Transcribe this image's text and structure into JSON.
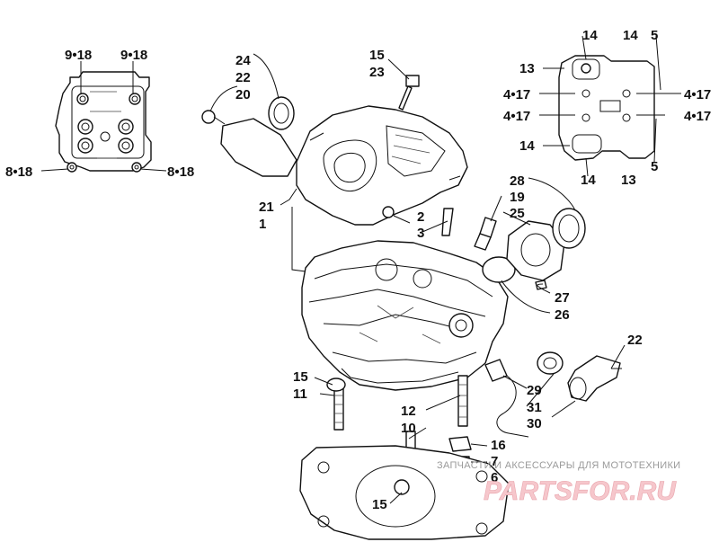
{
  "callouts": [
    {
      "id": "c-9-18-left",
      "text": "9•18"
    },
    {
      "id": "c-9-18-right",
      "text": "9•18"
    },
    {
      "id": "c-8-18-left",
      "text": "8•18"
    },
    {
      "id": "c-8-18-right",
      "text": "8•18"
    },
    {
      "id": "c-24",
      "text": "24"
    },
    {
      "id": "c-22a",
      "text": "22"
    },
    {
      "id": "c-20",
      "text": "20"
    },
    {
      "id": "c-15a",
      "text": "15"
    },
    {
      "id": "c-23",
      "text": "23"
    },
    {
      "id": "c-21",
      "text": "21"
    },
    {
      "id": "c-1",
      "text": "1"
    },
    {
      "id": "c-2",
      "text": "2"
    },
    {
      "id": "c-3",
      "text": "3"
    },
    {
      "id": "c-28",
      "text": "28"
    },
    {
      "id": "c-19",
      "text": "19"
    },
    {
      "id": "c-25",
      "text": "25"
    },
    {
      "id": "c-27",
      "text": "27"
    },
    {
      "id": "c-26",
      "text": "26"
    },
    {
      "id": "c-22b",
      "text": "22"
    },
    {
      "id": "c-29",
      "text": "29"
    },
    {
      "id": "c-31",
      "text": "31"
    },
    {
      "id": "c-30",
      "text": "30"
    },
    {
      "id": "c-15b",
      "text": "15"
    },
    {
      "id": "c-11",
      "text": "11"
    },
    {
      "id": "c-12",
      "text": "12"
    },
    {
      "id": "c-10",
      "text": "10"
    },
    {
      "id": "c-16",
      "text": "16"
    },
    {
      "id": "c-7",
      "text": "7"
    },
    {
      "id": "c-6",
      "text": "6"
    },
    {
      "id": "c-15c",
      "text": "15"
    },
    {
      "id": "c-14a",
      "text": "14"
    },
    {
      "id": "c-14b",
      "text": "14"
    },
    {
      "id": "c-5a",
      "text": "5"
    },
    {
      "id": "c-13a",
      "text": "13"
    },
    {
      "id": "c-4-17a",
      "text": "4•17"
    },
    {
      "id": "c-4-17b",
      "text": "4•17"
    },
    {
      "id": "c-4-17c",
      "text": "4•17"
    },
    {
      "id": "c-4-17d",
      "text": "4•17"
    },
    {
      "id": "c-14c",
      "text": "14"
    },
    {
      "id": "c-5b",
      "text": "5"
    },
    {
      "id": "c-14d",
      "text": "14"
    },
    {
      "id": "c-13b",
      "text": "13"
    }
  ],
  "watermark": {
    "line": "ЗАПЧАСТИ И АКСЕССУАРЫ ДЛЯ МОТОТЕХНИКИ",
    "logo": "PARTSFOR.RU"
  }
}
